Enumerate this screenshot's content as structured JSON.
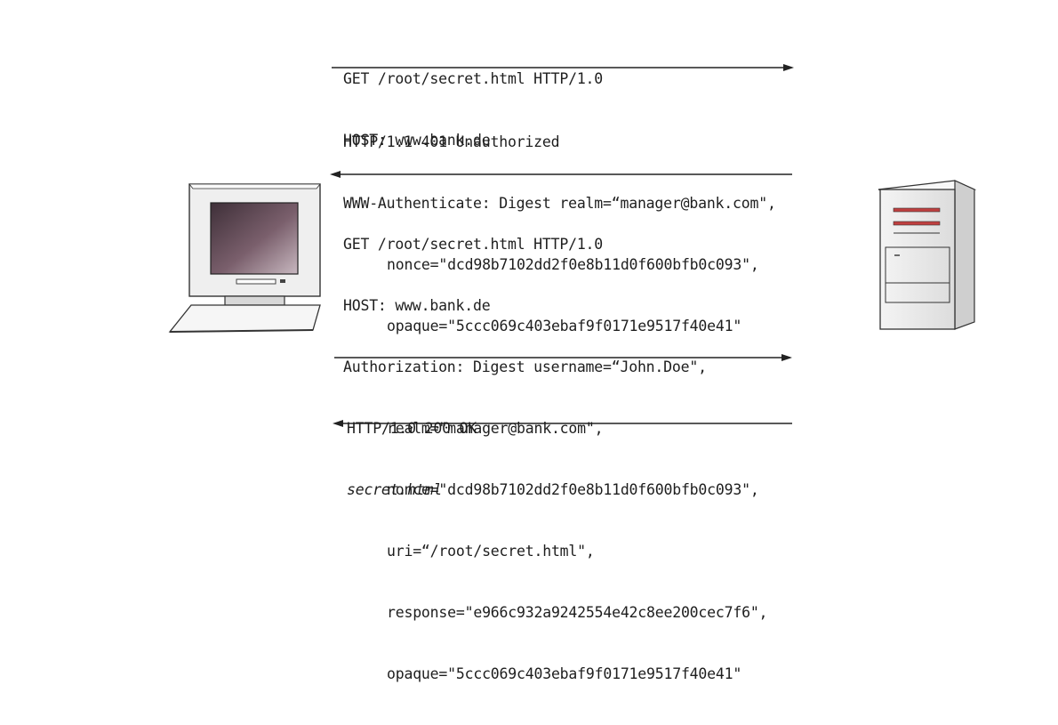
{
  "messages": [
    {
      "direction": "client-to-server",
      "lines": [
        "GET /root/secret.html HTTP/1.0",
        "HOST: www.bank.de"
      ]
    },
    {
      "direction": "server-to-client",
      "lines": [
        "HTTP/1.1 401 Unauthorized",
        "WWW-Authenticate: Digest realm=“manager@bank.com\",",
        "nonce=\"dcd98b7102dd2f0e8b11d0f600bfb0c093\",",
        "opaque=\"5ccc069c403ebaf9f0171e9517f40e41\""
      ]
    },
    {
      "direction": "client-to-server",
      "lines": [
        "GET /root/secret.html HTTP/1.0",
        "HOST: www.bank.de",
        "Authorization: Digest username=“John.Doe\",",
        "realm=\"manager@bank.com\",",
        "nonce=\"dcd98b7102dd2f0e8b11d0f600bfb0c093\",",
        "uri=“/root/secret.html\",",
        "response=\"e966c932a9242554e42c8ee200cec7f6\",",
        "opaque=\"5ccc069c403ebaf9f0171e9517f40e41\""
      ]
    },
    {
      "direction": "server-to-client",
      "lines": [
        "HTTP/1.0 200 OK",
        "secret.html"
      ]
    }
  ],
  "icons": {
    "client": "desktop-computer-icon",
    "server": "tower-server-icon"
  },
  "colors": {
    "text": "#1e1e1e",
    "arrow": "#222222",
    "screen_dark": "#4a3a44",
    "screen_light": "#b8a6b0",
    "server_stripe": "#c04040"
  }
}
